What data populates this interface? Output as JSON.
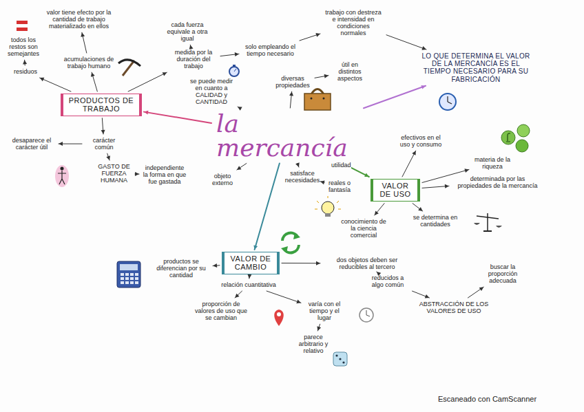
{
  "diagram": {
    "nodes": [
      {
        "text": [
          "valor tiene efecto por la cantidad de trabajo materializado en ellos"
        ]
      },
      {
        "text": [
          "todos los restos son semejantes"
        ]
      },
      {
        "text": [
          "acumulaciones de trabajo humano"
        ]
      },
      {
        "text": [
          "residuos"
        ]
      },
      {
        "text": [
          "cada fuerza equivale a otra igual"
        ]
      },
      {
        "text": [
          "medida por la duración del trabajo"
        ]
      },
      {
        "text": [
          "solo empleando el tiempo necesario"
        ]
      },
      {
        "text": [
          "trabajo con destreza e intensidad en condiciones normales"
        ]
      },
      {
        "text": [
          "LO QUE DETERMINA EL VALOR DE LA MERCANCÍA ES EL TIEMPO NECESARIO PARA SU FABRICACIÓN"
        ]
      },
      {
        "text": [
          "PRODUCTOS DE TRABAJO"
        ]
      },
      {
        "text": [
          "diversas propiedades"
        ]
      },
      {
        "text": [
          "útil en distintos aspectos"
        ]
      },
      {
        "text": [
          "se puede medir en cuanto a CALIDAD y CANTIDAD"
        ]
      },
      {
        "text": [
          "la mercancía"
        ]
      },
      {
        "text": [
          "desaparece el carácter útil"
        ]
      },
      {
        "text": [
          "carácter común"
        ]
      },
      {
        "text": [
          "GASTO DE FUERZA HUMANA"
        ]
      },
      {
        "text": [
          "independiente la forma en que fue gastada"
        ]
      },
      {
        "text": [
          "objeto externo"
        ]
      },
      {
        "text": [
          "satisface necesidades"
        ]
      },
      {
        "text": [
          "reales o fantasía"
        ]
      },
      {
        "text": [
          "efectivos en el uso y consumo"
        ]
      },
      {
        "text": [
          "materia de la riqueza"
        ]
      },
      {
        "text": [
          "VALOR DE USO"
        ]
      },
      {
        "text": [
          "determinada por las propiedades de la mercancía"
        ]
      },
      {
        "text": [
          "conocimiento de la ciencia comercial"
        ]
      },
      {
        "text": [
          "se determina en cantidades"
        ]
      },
      {
        "text": [
          "VALOR DE CAMBIO"
        ]
      },
      {
        "text": [
          "productos se diferencian por su cantidad"
        ]
      },
      {
        "text": [
          "dos objetos deben ser reducibles al tercero"
        ]
      },
      {
        "text": [
          "relación cuantitativa"
        ]
      },
      {
        "text": [
          "proporción de valores de uso que se cambian"
        ]
      },
      {
        "text": [
          "varía con el tiempo y el lugar"
        ]
      },
      {
        "text": [
          "reducidos a algo común"
        ]
      },
      {
        "text": [
          "buscar la proporción adecuada"
        ]
      },
      {
        "text": [
          "ABSTRACCIÓN DE LOS VALORES DE USO"
        ]
      },
      {
        "text": [
          "parece arbitrario y relativo"
        ]
      }
    ],
    "edges": [
      {
        "from": 13,
        "to": 9,
        "arrow": "to"
      },
      {
        "from": 9,
        "to": 2,
        "arrow": "to"
      },
      {
        "from": 2,
        "to": 0,
        "arrow": "to"
      },
      {
        "from": 9,
        "to": 3,
        "arrow": "to"
      },
      {
        "from": 3,
        "to": 1,
        "arrow": "to"
      },
      {
        "from": 9,
        "to": 5,
        "arrow": "to"
      },
      {
        "from": 5,
        "to": 4,
        "arrow": "to"
      },
      {
        "from": 5,
        "to": 6,
        "arrow": "to"
      },
      {
        "from": 6,
        "to": 7,
        "arrow": "to"
      },
      {
        "from": 7,
        "to": 8,
        "arrow": "to"
      },
      {
        "from": 13,
        "to": 8,
        "arrow": "to"
      },
      {
        "from": 13,
        "to": 12,
        "arrow": "to"
      },
      {
        "from": 13,
        "to": 10,
        "arrow": "to"
      },
      {
        "from": 10,
        "to": 11,
        "arrow": "to"
      },
      {
        "from": 9,
        "to": 15,
        "arrow": "to"
      },
      {
        "from": 15,
        "to": 14,
        "arrow": "to"
      },
      {
        "from": 15,
        "to": 16,
        "arrow": "to"
      },
      {
        "from": 16,
        "to": 17,
        "arrow": "to"
      },
      {
        "from": 13,
        "to": 18,
        "arrow": "to"
      },
      {
        "from": 13,
        "to": 19,
        "arrow": "to"
      },
      {
        "from": 19,
        "to": 20,
        "arrow": "to"
      },
      {
        "from": 13,
        "to": 23,
        "label": "utilidad",
        "arrow": "to"
      },
      {
        "from": 23,
        "to": 21,
        "arrow": "to"
      },
      {
        "from": 23,
        "to": 22,
        "arrow": "to"
      },
      {
        "from": 23,
        "to": 24,
        "arrow": "to"
      },
      {
        "from": 23,
        "to": 25,
        "arrow": "to"
      },
      {
        "from": 23,
        "to": 26,
        "arrow": "to"
      },
      {
        "from": 13,
        "to": 27,
        "arrow": "to"
      },
      {
        "from": 27,
        "to": 28,
        "arrow": "to"
      },
      {
        "from": 27,
        "to": 29,
        "arrow": "to"
      },
      {
        "from": 27,
        "to": 30,
        "arrow": "to"
      },
      {
        "from": 30,
        "to": 31,
        "arrow": "to"
      },
      {
        "from": 30,
        "to": 32,
        "arrow": "to"
      },
      {
        "from": 32,
        "to": 36,
        "arrow": "to"
      },
      {
        "from": 29,
        "to": 33,
        "arrow": "to"
      },
      {
        "from": 33,
        "to": 35,
        "arrow": "to"
      },
      {
        "from": 35,
        "to": 34,
        "arrow": "to"
      }
    ],
    "labels": [
      "Escaneado con CamScanner"
    ]
  }
}
